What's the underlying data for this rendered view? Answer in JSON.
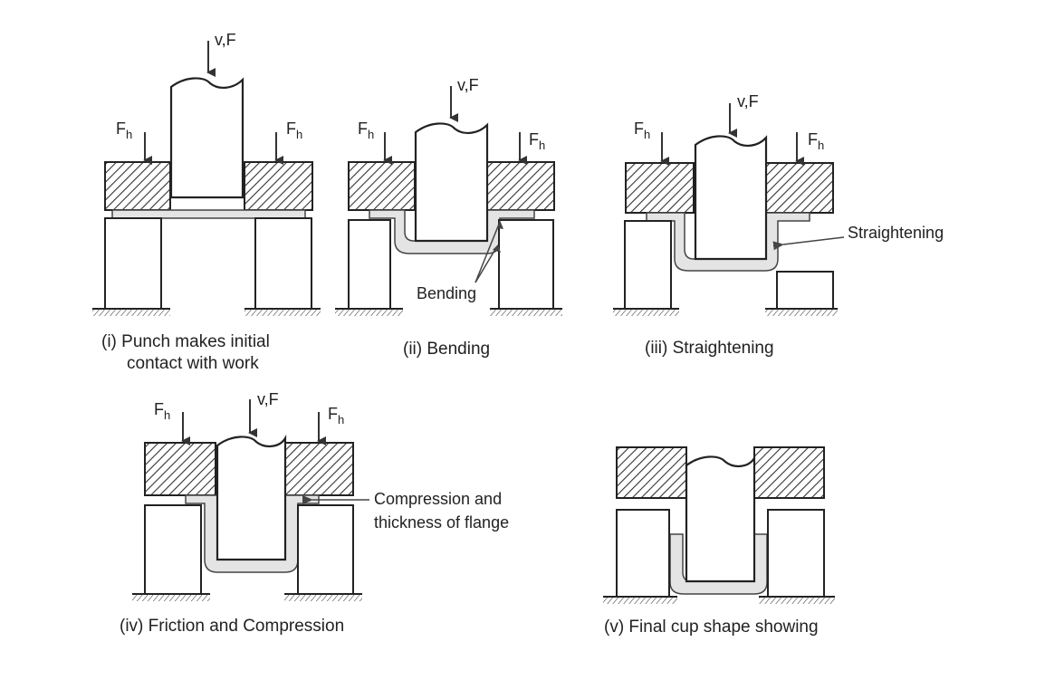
{
  "labels": {
    "force_vertical": "v,F",
    "force_holder": "F",
    "force_holder_sub": "h",
    "bending": "Bending",
    "straightening": "Straightening",
    "compression_line1": "Compression and",
    "compression_line2": "thickness of flange"
  },
  "captions": {
    "stage1_line1": "(i) Punch makes initial",
    "stage1_line2": "contact with work",
    "stage2": "(ii) Bending",
    "stage3": "(iii) Straightening",
    "stage4": "(iv) Friction and Compression",
    "stage5": "(v) Final cup shape showing"
  }
}
